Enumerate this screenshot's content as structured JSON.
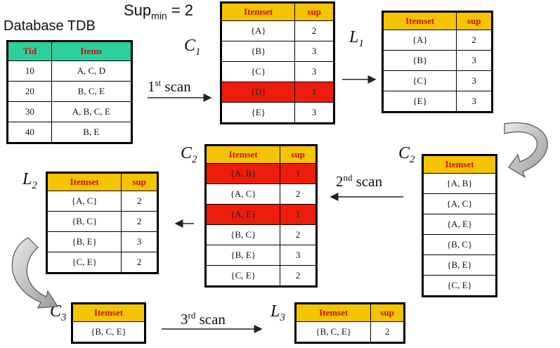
{
  "header": {
    "db_title": "Database TDB",
    "supmin_prefix": "Sup",
    "supmin_sub": "min",
    "supmin_value": "= 2"
  },
  "labels": {
    "c1": {
      "main": "C",
      "sub": "1"
    },
    "l1": {
      "main": "L",
      "sub": "1"
    },
    "c2a": {
      "main": "C",
      "sub": "2"
    },
    "c2b": {
      "main": "C",
      "sub": "2"
    },
    "l2": {
      "main": "L",
      "sub": "2"
    },
    "c3": {
      "main": "C",
      "sub": "3"
    },
    "l3": {
      "main": "L",
      "sub": "3"
    }
  },
  "scans": {
    "s1": {
      "num": "1",
      "sup": "st",
      "word": "scan"
    },
    "s2": {
      "num": "2",
      "sup": "nd",
      "word": "scan"
    },
    "s3": {
      "num": "3",
      "sup": "rd",
      "word": "scan"
    }
  },
  "tdb": {
    "headers": [
      "Tid",
      "Items"
    ],
    "rows": [
      [
        "10",
        "A, C, D"
      ],
      [
        "20",
        "B, C, E"
      ],
      [
        "30",
        "A, B, C, E"
      ],
      [
        "40",
        "B, E"
      ]
    ]
  },
  "c1": {
    "headers": [
      "Itemset",
      "sup"
    ],
    "rows": [
      [
        "{A}",
        "2"
      ],
      [
        "{B}",
        "3"
      ],
      [
        "{C}",
        "3"
      ],
      [
        "{D}",
        "1"
      ],
      [
        "{E}",
        "3"
      ]
    ],
    "highlight": [
      3
    ]
  },
  "l1": {
    "headers": [
      "Itemset",
      "sup"
    ],
    "rows": [
      [
        "{A}",
        "2"
      ],
      [
        "{B}",
        "3"
      ],
      [
        "{C}",
        "3"
      ],
      [
        "{E}",
        "3"
      ]
    ]
  },
  "c2_candidates": {
    "headers": [
      "Itemset"
    ],
    "rows": [
      [
        "{A, B}"
      ],
      [
        "{A, C}"
      ],
      [
        "{A, E}"
      ],
      [
        "{B, C}"
      ],
      [
        "{B, E}"
      ],
      [
        "{C, E}"
      ]
    ]
  },
  "c2_counted": {
    "headers": [
      "Itemset",
      "sup"
    ],
    "rows": [
      [
        "{A, B}",
        "1"
      ],
      [
        "{A, C}",
        "2"
      ],
      [
        "{A, E}",
        "1"
      ],
      [
        "{B, C}",
        "2"
      ],
      [
        "{B, E}",
        "3"
      ],
      [
        "{C, E}",
        "2"
      ]
    ],
    "highlight": [
      0,
      2
    ]
  },
  "l2": {
    "headers": [
      "Itemset",
      "sup"
    ],
    "rows": [
      [
        "{A, C}",
        "2"
      ],
      [
        "{B, C}",
        "2"
      ],
      [
        "{B, E}",
        "3"
      ],
      [
        "{C, E}",
        "2"
      ]
    ]
  },
  "c3": {
    "headers": [
      "Itemset"
    ],
    "rows": [
      [
        "{B, C, E}"
      ]
    ]
  },
  "l3": {
    "headers": [
      "Itemset",
      "sup"
    ],
    "rows": [
      [
        "{B, C, E}",
        "2"
      ]
    ]
  },
  "colors": {
    "header_yellow": "#f5c400",
    "header_teal": "#2ecf9f",
    "header_text": "#c81010",
    "highlight_red": "#ee1c0a"
  }
}
